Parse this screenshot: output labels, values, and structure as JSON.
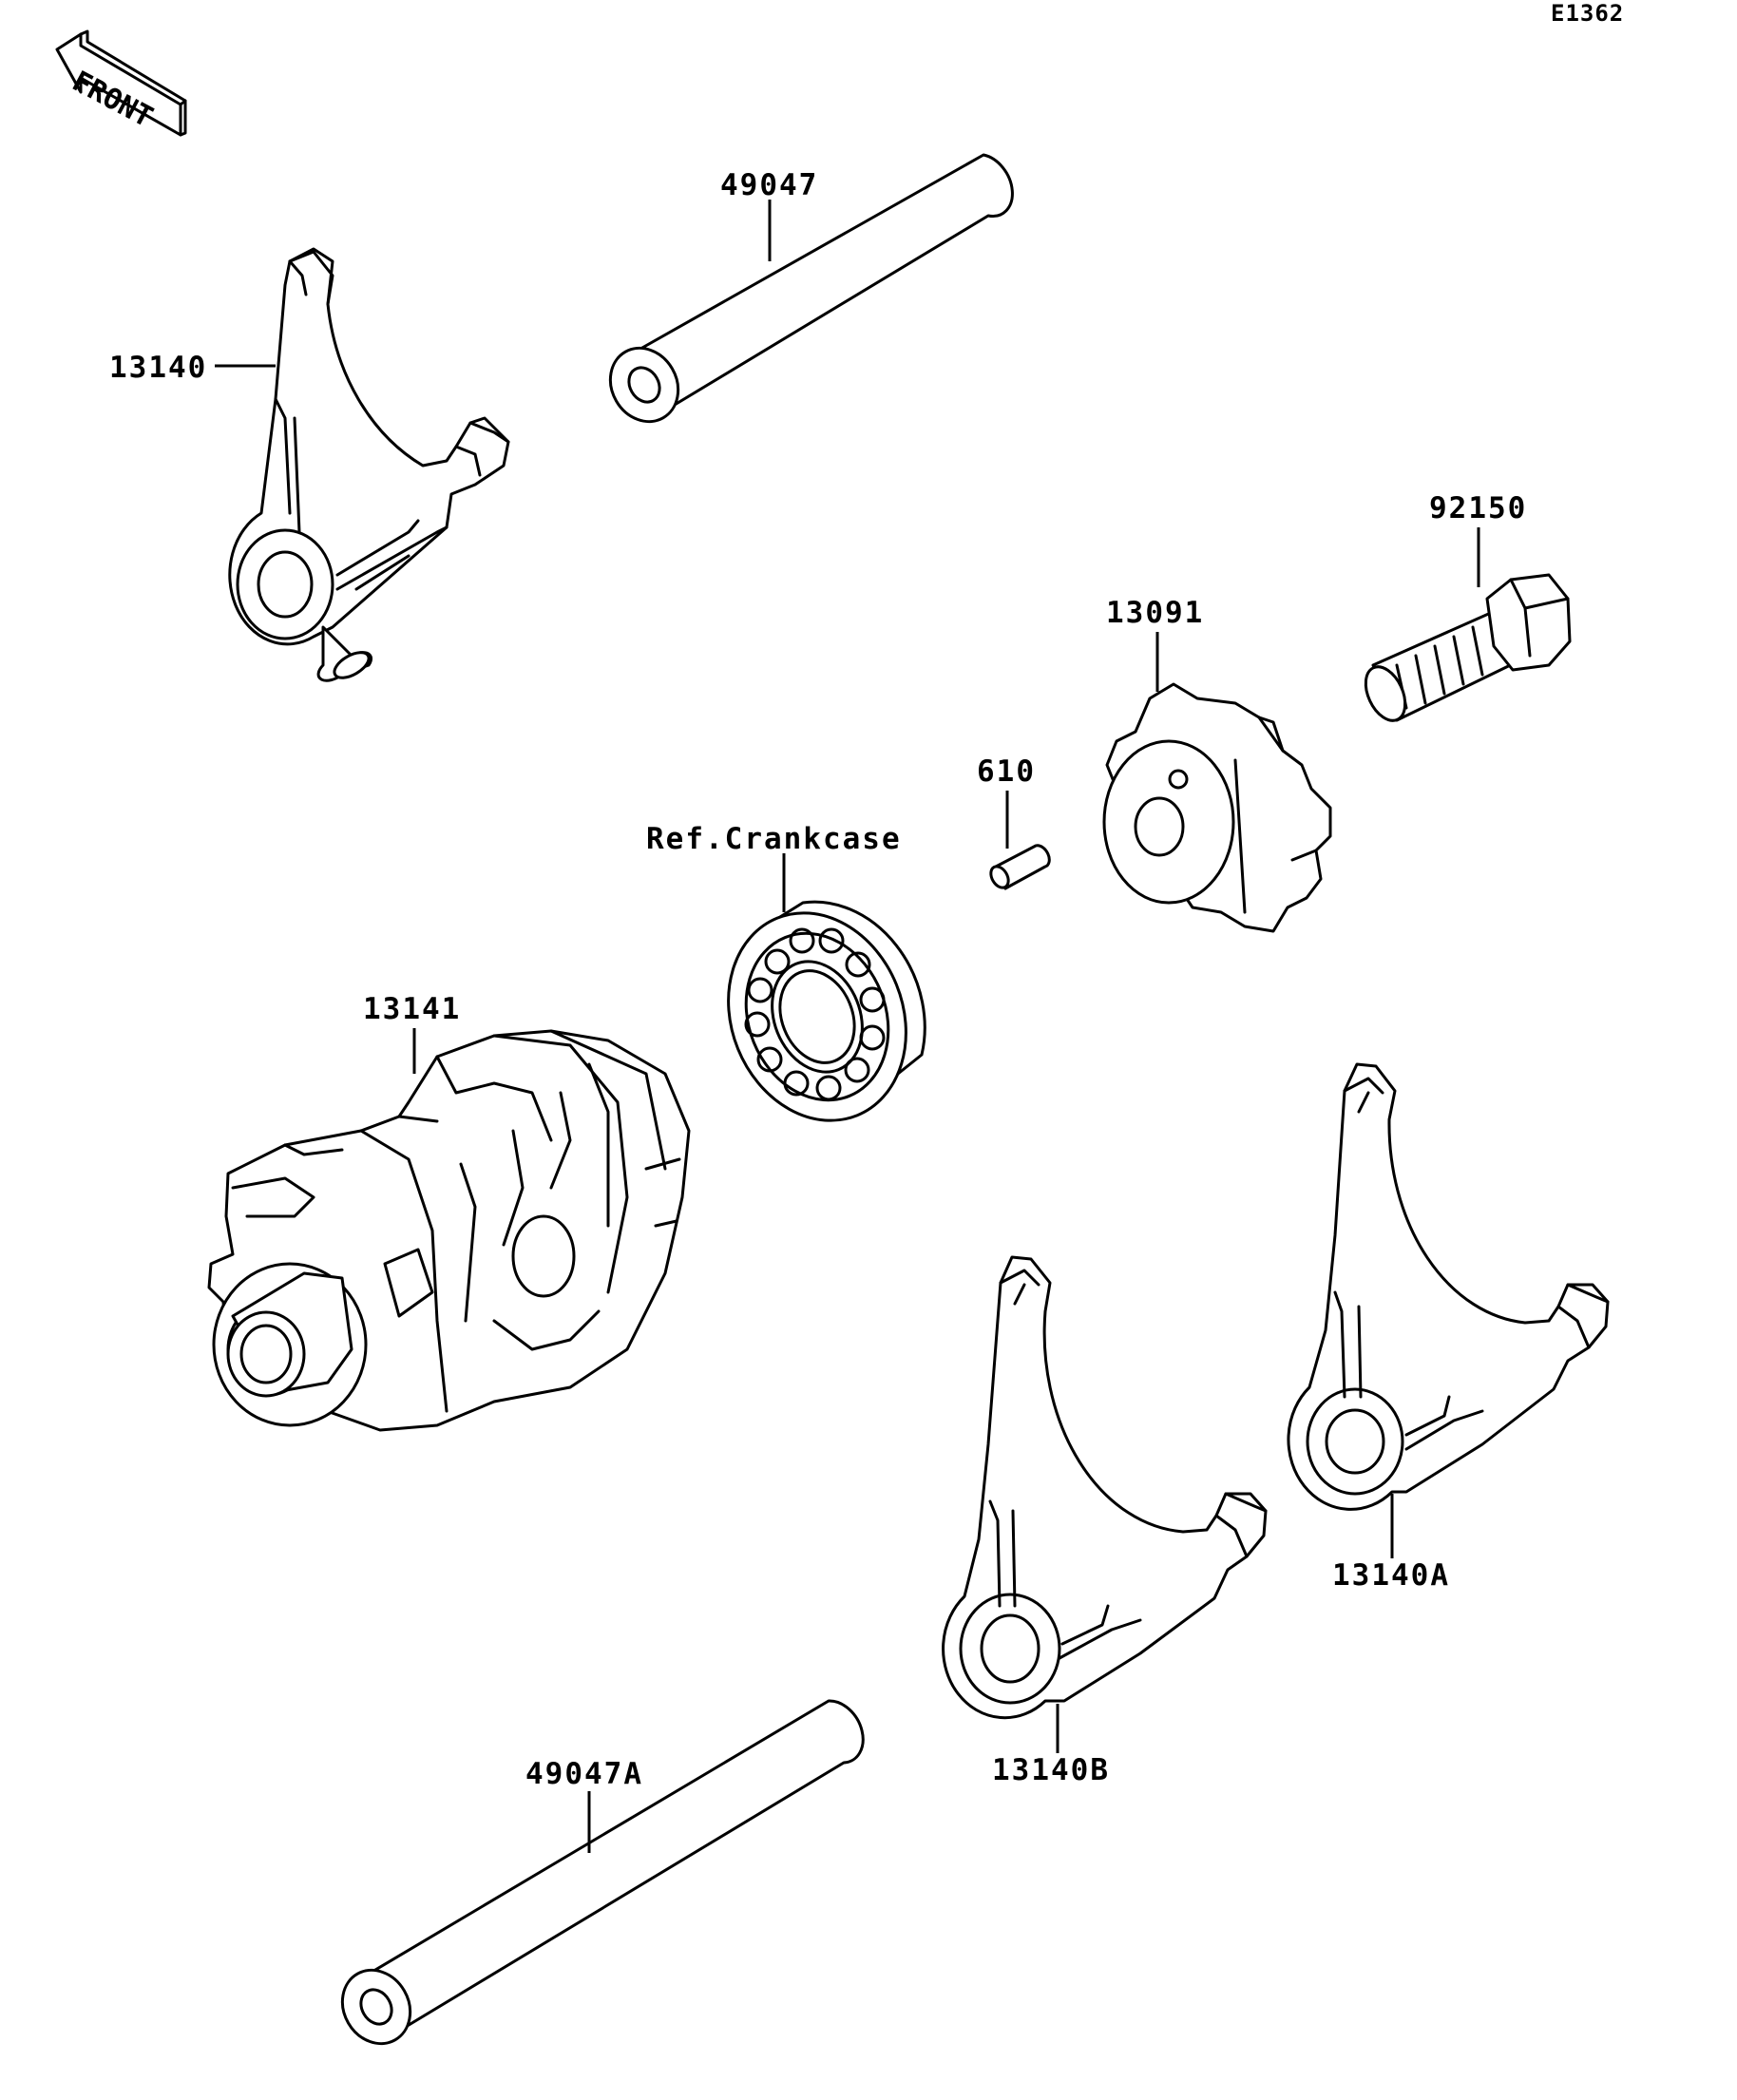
{
  "diagram_code": "E1362",
  "front_label": "FRONT",
  "parts": {
    "shift_fork_13140": "13140",
    "shift_rod_49047": "49047",
    "bolt_92150": "92150",
    "pin_plate_13091": "13091",
    "pin_610": "610",
    "ref_crankcase": "Ref.Crankcase",
    "shift_drum_13141": "13141",
    "shift_fork_13140A": "13140A",
    "shift_fork_13140B": "13140B",
    "shift_rod_49047A": "49047A"
  }
}
